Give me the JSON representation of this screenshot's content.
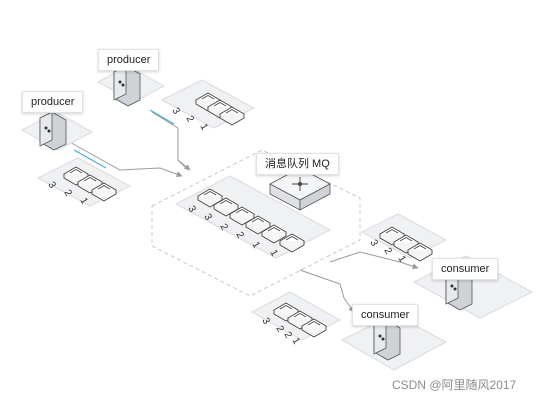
{
  "nodes": {
    "producer_top": "producer",
    "producer_left": "producer",
    "mq": "消息队列 MQ",
    "consumer_right": "consumer",
    "consumer_bottom": "consumer"
  },
  "queue_numbers": {
    "three": [
      "3",
      "2",
      "1"
    ],
    "four": [
      "3",
      "2",
      "2",
      "1"
    ],
    "mq": [
      "3",
      "3",
      "2",
      "2",
      "1",
      "1"
    ]
  },
  "watermark": "CSDN @阿里随风2017",
  "colors": {
    "platform": "#f0f1f3",
    "platform_edge": "#d9dbdf",
    "line": "#9a9a9a",
    "accent": "#4aaed9",
    "dash": "#c8c8c8"
  }
}
